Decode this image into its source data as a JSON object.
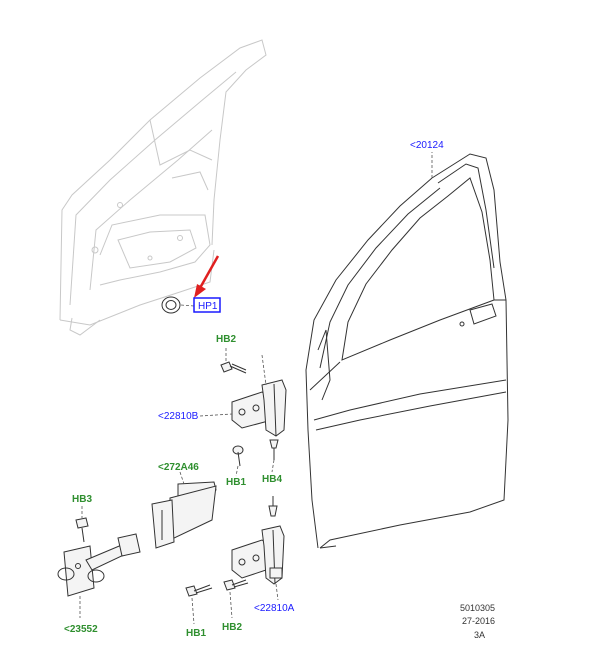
{
  "colors": {
    "reference_label": "#1a1aff",
    "fastener_label": "#2f8f2f",
    "highlight_arrow": "#e02020",
    "highlight_box": "#1a1aff"
  },
  "labels": {
    "door_assembly": "<20124",
    "plug": "HP1",
    "upper_hinge": "<22810B",
    "lower_hinge": "<22810A",
    "check_strap_cover": "<272A46",
    "check_strap": "<23552",
    "bolt_hb2_top": "HB2",
    "bolt_hb1_mid": "HB1",
    "bolt_hb4": "HB4",
    "bolt_hb3": "HB3",
    "bolt_hb1_bottom": "HB1",
    "bolt_hb2_bottom": "HB2"
  },
  "stamp": {
    "line1": "5010305",
    "line2": "27-2016",
    "line3": "3A"
  },
  "icons": {
    "highlight": "red-arrow-icon"
  }
}
